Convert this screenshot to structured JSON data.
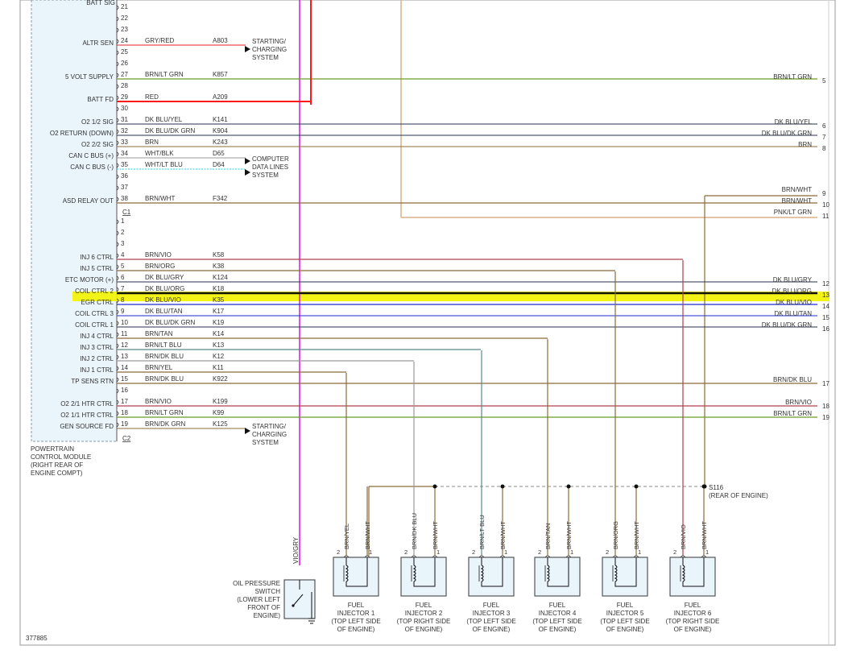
{
  "doc_id": "377885",
  "pcm": {
    "lines": [
      "POWERTRAIN",
      "CONTROL MODULE",
      "(RIGHT REAR OF",
      "ENGINE COMPT)"
    ],
    "top_label": "BATT SIG",
    "connector_c1": "C1",
    "connector_c2": "C2"
  },
  "highlight": {
    "color": "#f2f20a"
  },
  "colors": {
    "brown": "#8b6b38",
    "red": "#e02020",
    "bright_red": "#ff1a1a",
    "magenta": "#e010e0",
    "tan": "#d8b08a",
    "green": "#6a9a28",
    "dkblue": "#26324e",
    "blue": "#1e2ad0",
    "cyan": "#20d0e0",
    "grey": "#9a9a9a",
    "teal_grey": "#5a8888",
    "pink": "#d090a0",
    "dark_red": "#b04050"
  },
  "c1_pins": [
    {
      "pin": "21",
      "func": "",
      "wire": "",
      "circuit": ""
    },
    {
      "pin": "22",
      "func": "",
      "wire": "",
      "circuit": ""
    },
    {
      "pin": "23",
      "func": "",
      "wire": "",
      "circuit": ""
    },
    {
      "pin": "24",
      "func": "ALTR SEN",
      "wire": "GRY/RED",
      "circuit": "A803"
    },
    {
      "pin": "25",
      "func": "",
      "wire": "",
      "circuit": ""
    },
    {
      "pin": "26",
      "func": "",
      "wire": "",
      "circuit": ""
    },
    {
      "pin": "27",
      "func": "5 VOLT SUPPLY",
      "wire": "BRN/LT GRN",
      "circuit": "K857"
    },
    {
      "pin": "28",
      "func": "",
      "wire": "",
      "circuit": ""
    },
    {
      "pin": "29",
      "func": "BATT FD",
      "wire": "RED",
      "circuit": "A209"
    },
    {
      "pin": "30",
      "func": "",
      "wire": "",
      "circuit": ""
    },
    {
      "pin": "31",
      "func": "O2 1/2 SIG",
      "wire": "DK BLU/YEL",
      "circuit": "K141"
    },
    {
      "pin": "32",
      "func": "O2 RETURN (DOWN)",
      "wire": "DK BLU/DK GRN",
      "circuit": "K904"
    },
    {
      "pin": "33",
      "func": "O2 2/2 SIG",
      "wire": "BRN",
      "circuit": "K243"
    },
    {
      "pin": "34",
      "func": "CAN C BUS (+)",
      "wire": "WHT/BLK",
      "circuit": "D65"
    },
    {
      "pin": "35",
      "func": "CAN C BUS (-)",
      "wire": "WHT/LT BLU",
      "circuit": "D64"
    },
    {
      "pin": "36",
      "func": "",
      "wire": "",
      "circuit": ""
    },
    {
      "pin": "37",
      "func": "",
      "wire": "",
      "circuit": ""
    },
    {
      "pin": "38",
      "func": "ASD RELAY OUT",
      "wire": "BRN/WHT",
      "circuit": "F342"
    }
  ],
  "c2_pins": [
    {
      "pin": "1",
      "func": "",
      "wire": "",
      "circuit": ""
    },
    {
      "pin": "2",
      "func": "",
      "wire": "",
      "circuit": ""
    },
    {
      "pin": "3",
      "func": "",
      "wire": "",
      "circuit": ""
    },
    {
      "pin": "4",
      "func": "INJ 6 CTRL",
      "wire": "BRN/VIO",
      "circuit": "K58"
    },
    {
      "pin": "5",
      "func": "INJ 5 CTRL",
      "wire": "BRN/ORG",
      "circuit": "K38"
    },
    {
      "pin": "6",
      "func": "ETC MOTOR (+)",
      "wire": "DK BLU/GRY",
      "circuit": "K124"
    },
    {
      "pin": "7",
      "func": "COIL CTRL 2",
      "wire": "DK BLU/ORG",
      "circuit": "K18"
    },
    {
      "pin": "8",
      "func": "EGR CTRL",
      "wire": "DK BLU/VIO",
      "circuit": "K35"
    },
    {
      "pin": "9",
      "func": "COIL CTRL 3",
      "wire": "DK BLU/TAN",
      "circuit": "K17"
    },
    {
      "pin": "10",
      "func": "COIL CTRL 1",
      "wire": "DK BLU/DK GRN",
      "circuit": "K19"
    },
    {
      "pin": "11",
      "func": "INJ 4 CTRL",
      "wire": "BRN/TAN",
      "circuit": "K14"
    },
    {
      "pin": "12",
      "func": "INJ 3 CTRL",
      "wire": "BRN/LT BLU",
      "circuit": "K13"
    },
    {
      "pin": "13",
      "func": "INJ 2 CTRL",
      "wire": "BRN/DK BLU",
      "circuit": "K12"
    },
    {
      "pin": "14",
      "func": "INJ 1 CTRL",
      "wire": "BRN/YEL",
      "circuit": "K11"
    },
    {
      "pin": "15",
      "func": "TP SENS RTN",
      "wire": "BRN/DK BLU",
      "circuit": "K922"
    },
    {
      "pin": "16",
      "func": "",
      "wire": "",
      "circuit": ""
    },
    {
      "pin": "17",
      "func": "O2 2/1 HTR CTRL",
      "wire": "BRN/VIO",
      "circuit": "K199"
    },
    {
      "pin": "18",
      "func": "O2 1/1 HTR CTRL",
      "wire": "BRN/LT GRN",
      "circuit": "K99"
    },
    {
      "pin": "19",
      "func": "GEN SOURCE FD",
      "wire": "BRN/DK GRN",
      "circuit": "K125"
    }
  ],
  "right_edge": [
    {
      "wire": "BRN/LT GRN",
      "num": "5"
    },
    {
      "wire": "DK BLU/YEL",
      "num": "6"
    },
    {
      "wire": "DK BLU/DK GRN",
      "num": "7"
    },
    {
      "wire": "BRN",
      "num": "8"
    },
    {
      "wire": "BRN/WHT",
      "num": "9"
    },
    {
      "wire": "BRN/WHT",
      "num": "10"
    },
    {
      "wire": "PNK/LT GRN",
      "num": "11"
    },
    {
      "wire": "DK BLU/GRY",
      "num": "12"
    },
    {
      "wire": "DK BLU/ORG",
      "num": "13"
    },
    {
      "wire": "DK BLU/VIO",
      "num": "14"
    },
    {
      "wire": "DK BLU/TAN",
      "num": "15"
    },
    {
      "wire": "DK BLU/DK GRN",
      "num": "16"
    },
    {
      "wire": "BRN/DK BLU",
      "num": "17"
    },
    {
      "wire": "BRN/VIO",
      "num": "18"
    },
    {
      "wire": "BRN/LT GRN",
      "num": "19"
    }
  ],
  "offpage": {
    "starting_charging": [
      "STARTING/",
      "CHARGING",
      "SYSTEM"
    ],
    "computer_data": [
      "COMPUTER",
      "DATA LINES",
      "SYSTEM"
    ]
  },
  "splice": {
    "name": "S116",
    "location": "(REAR OF ENGINE)"
  },
  "injectors": [
    {
      "title": "FUEL",
      "name": "INJECTOR 1",
      "loc1": "(TOP LEFT SIDE",
      "loc2": "OF ENGINE)",
      "ctrl_wire": "BRN/YEL",
      "feed_wire": "BRN/WHT",
      "pin_ctrl": "2",
      "pin_feed": "1"
    },
    {
      "title": "FUEL",
      "name": "INJECTOR 2",
      "loc1": "(TOP RIGHT SIDE",
      "loc2": "OF ENGINE)",
      "ctrl_wire": "BRN/DK BLU",
      "feed_wire": "BRN/WHT",
      "pin_ctrl": "2",
      "pin_feed": "1"
    },
    {
      "title": "FUEL",
      "name": "INJECTOR 3",
      "loc1": "(TOP LEFT SIDE",
      "loc2": "OF ENGINE)",
      "ctrl_wire": "BRN/LT BLU",
      "feed_wire": "BRN/WHT",
      "pin_ctrl": "2",
      "pin_feed": "1"
    },
    {
      "title": "FUEL",
      "name": "INJECTOR 4",
      "loc1": "(TOP LEFT SIDE",
      "loc2": "OF ENGINE)",
      "ctrl_wire": "BRN/TAN",
      "feed_wire": "BRN/WHT",
      "pin_ctrl": "2",
      "pin_feed": "1"
    },
    {
      "title": "FUEL",
      "name": "INJECTOR 5",
      "loc1": "(TOP LEFT SIDE",
      "loc2": "OF ENGINE)",
      "ctrl_wire": "BRN/ORG",
      "feed_wire": "BRN/WHT",
      "pin_ctrl": "2",
      "pin_feed": "1"
    },
    {
      "title": "FUEL",
      "name": "INJECTOR 6",
      "loc1": "(TOP RIGHT SIDE",
      "loc2": "OF ENGINE)",
      "ctrl_wire": "BRN/VIO",
      "feed_wire": "BRN/WHT",
      "pin_ctrl": "2",
      "pin_feed": "1"
    }
  ],
  "oil_switch": {
    "lines": [
      "OIL PRESSURE",
      "SWITCH",
      "(LOWER LEFT",
      "FRONT OF",
      "ENGINE)"
    ],
    "wire": "VIO/GRY"
  }
}
